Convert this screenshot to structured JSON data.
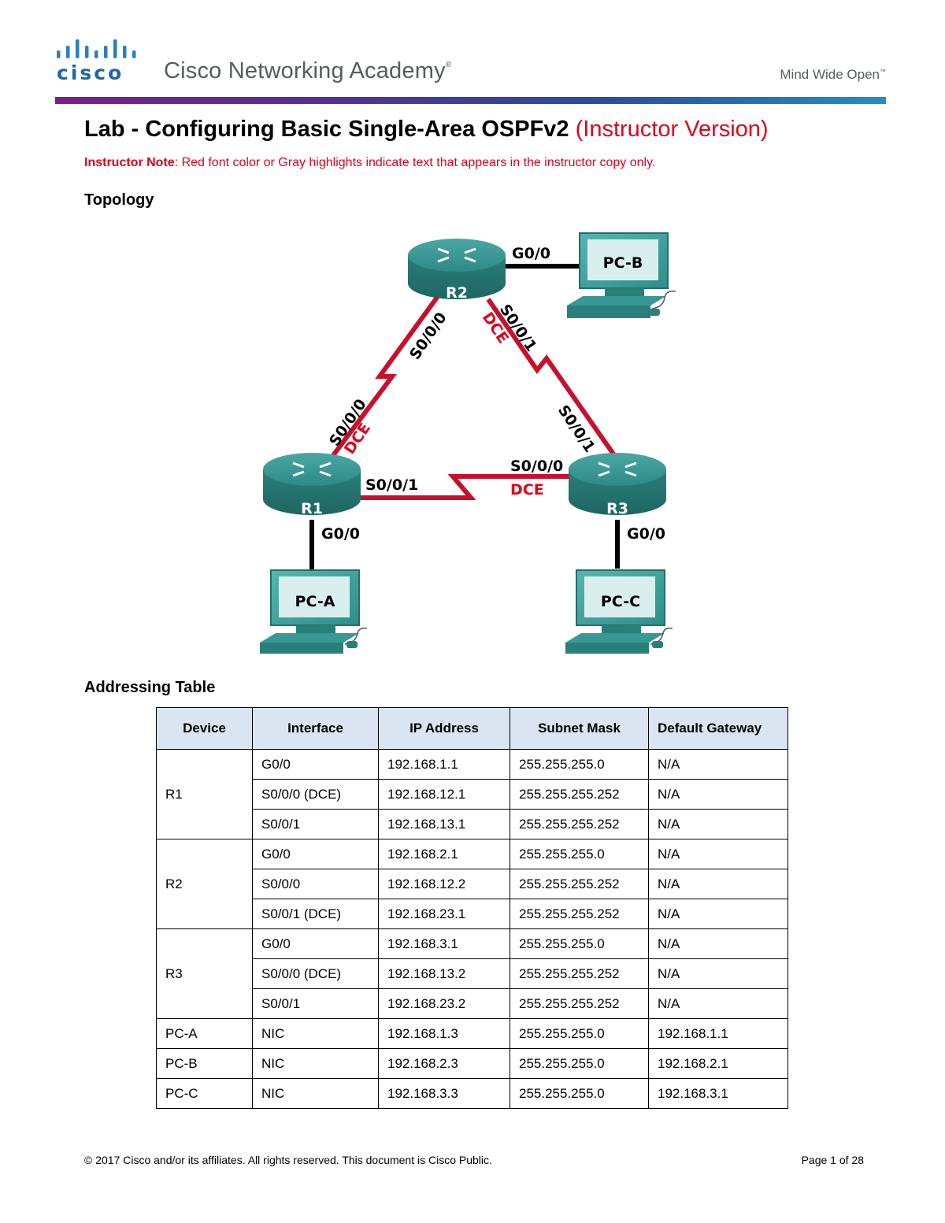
{
  "header": {
    "logo_text": "cisco",
    "academy_title": "Cisco Networking Academy",
    "academy_mark": "®",
    "tagline": "Mind Wide Open",
    "tagline_mark": "™",
    "colors": {
      "gray": "#555c63",
      "bar_start": "#7a1f8c",
      "bar_end": "#1f8fc6"
    }
  },
  "title": {
    "main": "Lab - Configuring Basic Single-Area OSPFv2",
    "version": "(Instructor Version)"
  },
  "instructor_note": {
    "label": "Instructor Note",
    "text": ": Red font color or Gray highlights indicate text that appears in the instructor copy only."
  },
  "sections": {
    "topology": "Topology",
    "addressing": "Addressing Table"
  },
  "topology": {
    "routers": [
      "R1",
      "R2",
      "R3"
    ],
    "pcs": [
      "PC-A",
      "PC-B",
      "PC-C"
    ],
    "labels": {
      "r2_g0": "G0/0",
      "r2_s000": "S0/0/0",
      "r2_s001": "S0/0/1",
      "r2_dce": "DCE",
      "r1_s000": "S0/0/0",
      "r1_dce": "DCE",
      "r1_s001": "S0/0/1",
      "r1_g0": "G0/0",
      "r3_s001": "S0/0/1",
      "r3_s000": "S0/0/0",
      "r3_dce": "DCE",
      "r3_g0": "G0/0"
    },
    "colors": {
      "device": "#2e8a86",
      "serial_link": "#c8102e",
      "ethernet_link": "#000000",
      "dce_text": "#e2001a"
    }
  },
  "table": {
    "headers": [
      "Device",
      "Interface",
      "IP Address",
      "Subnet Mask",
      "Default Gateway"
    ],
    "groups": [
      {
        "device": "R1",
        "rows": [
          [
            "G0/0",
            "192.168.1.1",
            "255.255.255.0",
            "N/A"
          ],
          [
            "S0/0/0 (DCE)",
            "192.168.12.1",
            "255.255.255.252",
            "N/A"
          ],
          [
            "S0/0/1",
            "192.168.13.1",
            "255.255.255.252",
            "N/A"
          ]
        ]
      },
      {
        "device": "R2",
        "rows": [
          [
            "G0/0",
            "192.168.2.1",
            "255.255.255.0",
            "N/A"
          ],
          [
            "S0/0/0",
            "192.168.12.2",
            "255.255.255.252",
            "N/A"
          ],
          [
            "S0/0/1 (DCE)",
            "192.168.23.1",
            "255.255.255.252",
            "N/A"
          ]
        ]
      },
      {
        "device": "R3",
        "rows": [
          [
            "G0/0",
            "192.168.3.1",
            "255.255.255.0",
            "N/A"
          ],
          [
            "S0/0/0 (DCE)",
            "192.168.13.2",
            "255.255.255.252",
            "N/A"
          ],
          [
            "S0/0/1",
            "192.168.23.2",
            "255.255.255.252",
            "N/A"
          ]
        ]
      },
      {
        "device": "PC-A",
        "rows": [
          [
            "NIC",
            "192.168.1.3",
            "255.255.255.0",
            "192.168.1.1"
          ]
        ]
      },
      {
        "device": "PC-B",
        "rows": [
          [
            "NIC",
            "192.168.2.3",
            "255.255.255.0",
            "192.168.2.1"
          ]
        ]
      },
      {
        "device": "PC-C",
        "rows": [
          [
            "NIC",
            "192.168.3.3",
            "255.255.255.0",
            "192.168.3.1"
          ]
        ]
      }
    ],
    "header_bg": "#dbe5f1"
  },
  "footer": {
    "copyright": "© 2017 Cisco and/or its affiliates. All rights reserved. This document is Cisco Public.",
    "page": "Page 1 of 28"
  }
}
